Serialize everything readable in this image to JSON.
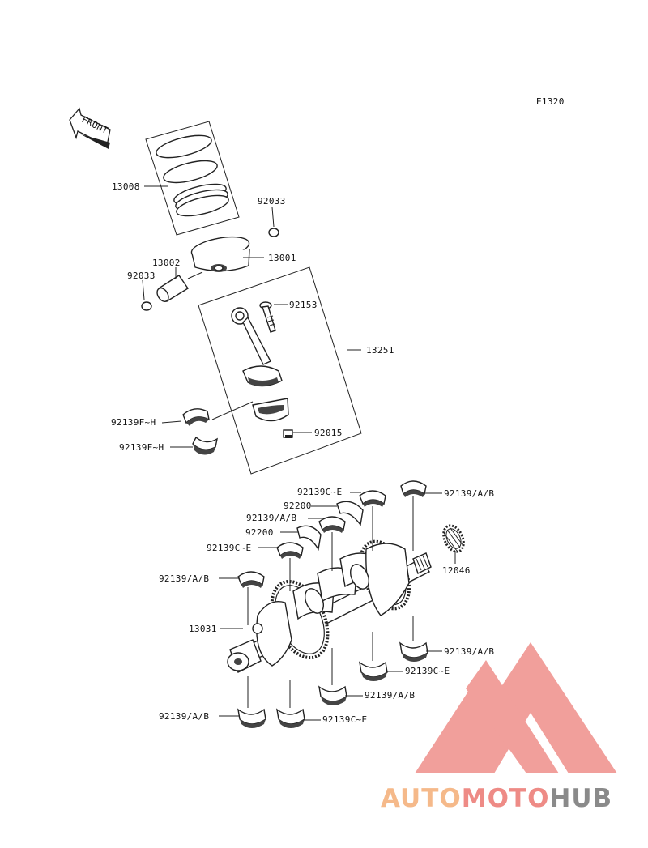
{
  "diagram": {
    "code": "E1320",
    "front_label": "FRONT",
    "part_labels": {
      "rings": "13008",
      "clip_upper": "92033",
      "piston": "13001",
      "pin": "13002",
      "clip_left": "92033",
      "bolt": "92153",
      "conrod_assy": "13251",
      "conrod_bearing_upper": "92139F~H",
      "conrod_bearing_lower": "92139F~H",
      "nut": "92015",
      "bearing_top_ce": "92139C~E",
      "bearing_top_ab": "92139/A/B",
      "thrust_1": "92200",
      "bearing_mid_ab": "92139/A/B",
      "thrust_2": "92200",
      "bearing_left_ce": "92139C~E",
      "bearing_left_ab": "92139/A/B",
      "crankshaft": "13031",
      "gear": "12046",
      "bearing_bottom_right_ab": "92139/A/B",
      "bearing_bottom_ce_1": "92139C~E",
      "bearing_bottom_mid_ab": "92139/A/B",
      "bearing_bottom_left_ab": "92139/A/B",
      "bearing_bottom_ce_2": "92139C~E"
    }
  },
  "watermark": {
    "part_1": "AUTO",
    "part_2": "MOTO",
    "part_3": "HUB",
    "colors": {
      "orange": "#F5B98A",
      "red": "#EE8B86",
      "gray": "#8A8A8A",
      "logo": "#F19A96"
    }
  }
}
